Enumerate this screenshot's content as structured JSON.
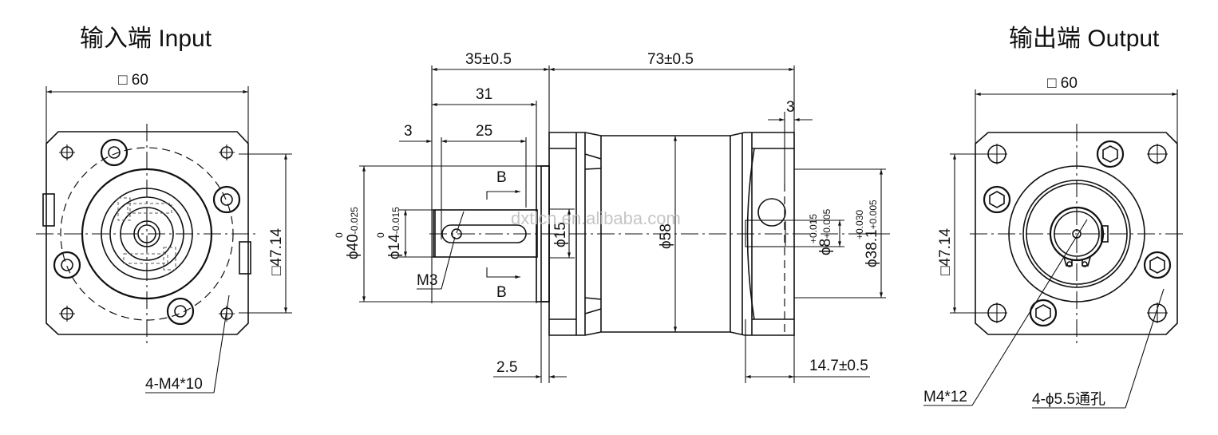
{
  "drawing": {
    "type": "planetary gearbox outline drawing",
    "watermark": "dxtlcn.en.alibaba.com",
    "views": {
      "input": {
        "title": "输入端 Input",
        "width_label": "□ 60",
        "bolt_square_label": "□47.14",
        "hole_callout": "4-M4*10"
      },
      "side": {
        "dims_top": {
          "shaft_length": "35±0.5",
          "body_length": "73±0.5",
          "shaft_31": "31",
          "key_25": "25",
          "key_offset_3": "3",
          "flange_3": "3"
        },
        "dims_diameters": {
          "pilot": "ϕ40",
          "pilot_tol_upper": "0",
          "pilot_tol_lower": "-0.025",
          "shaft": "ϕ14",
          "shaft_tol_upper": "0",
          "shaft_tol_lower": "-0.015",
          "collar": "ϕ15",
          "body": "ϕ58",
          "bore": "ϕ8",
          "bore_tol_upper": "+0.015",
          "bore_tol_lower": "+0.005",
          "input_pilot": "ϕ38.1",
          "input_pilot_tol_upper": "+0.030",
          "input_pilot_tol_lower": "+0.005"
        },
        "dims_bottom": {
          "flange_thickness": "2.5",
          "input_length": "14.7±0.5"
        },
        "thread_label": "M3",
        "section_label": "B"
      },
      "output": {
        "title": "输出端 Output",
        "width_label": "□ 60",
        "bolt_square_label": "□47.14",
        "screw_callout": "M4*12",
        "hole_callout": "4-ϕ5.5通孔"
      }
    }
  }
}
